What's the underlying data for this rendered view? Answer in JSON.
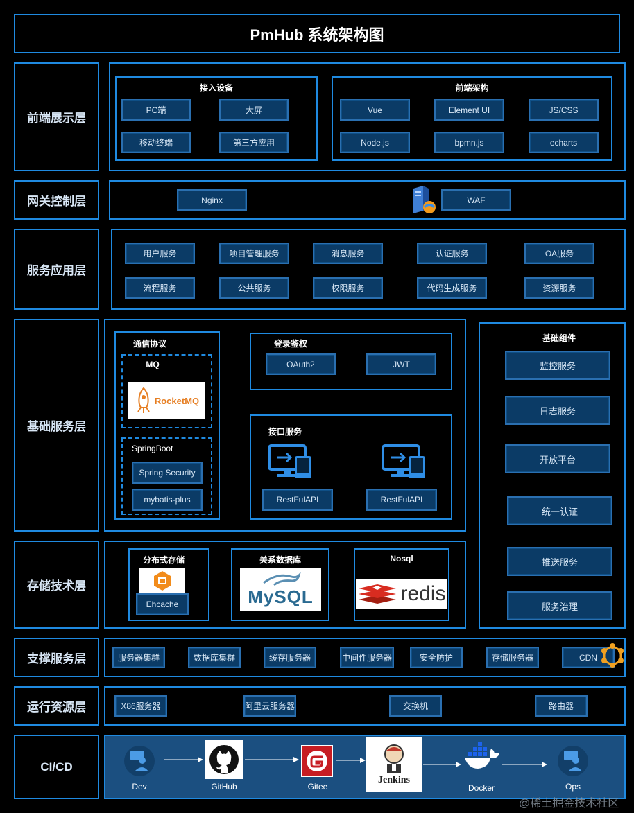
{
  "title": "PmHub 系统架构图",
  "layers": {
    "frontend": "前端展示层",
    "gateway": "网关控制层",
    "service": "服务应用层",
    "base": "基础服务层",
    "storage": "存储技术层",
    "support": "支撑服务层",
    "runtime": "运行资源层",
    "cicd": "CI/CD"
  },
  "frontend": {
    "devices_title": "接入设备",
    "devices": [
      "PC端",
      "大屏",
      "移动终端",
      "第三方应用"
    ],
    "arch_title": "前端架构",
    "arch": [
      "Vue",
      "Element UI",
      "JS/CSS",
      "Node.js",
      "bpmn.js",
      "echarts"
    ]
  },
  "gateway": {
    "nginx": "Nginx",
    "waf": "WAF"
  },
  "services": [
    "用户服务",
    "项目管理服务",
    "消息服务",
    "认证服务",
    "OA服务",
    "流程服务",
    "公共服务",
    "权限服务",
    "代码生成服务",
    "资源服务"
  ],
  "base": {
    "comm_title": "通信协议",
    "mq_title": "MQ",
    "rocketmq": "RocketMQ",
    "springboot_title": "SpringBoot",
    "spring_security": "Spring Security",
    "mybatis_plus": "mybatis-plus",
    "auth_title": "登录鉴权",
    "oauth2": "OAuth2",
    "jwt": "JWT",
    "api_title": "接口服务",
    "api1": "RestFulAPI",
    "api2": "RestFulAPI"
  },
  "components": {
    "title": "基础组件",
    "items": [
      "监控服务",
      "日志服务",
      "开放平台",
      "统一认证",
      "推送服务",
      "服务治理"
    ]
  },
  "storage": {
    "dist_title": "分布式存储",
    "ehcache": "Ehcache",
    "rdb_title": "关系数据库",
    "mysql": "MySQL",
    "nosql_title": "Nosql",
    "redis": "redis"
  },
  "support": [
    "服务器集群",
    "数据库集群",
    "缓存服务器",
    "中间件服务器",
    "安全防护",
    "存储服务器",
    "CDN"
  ],
  "runtime": [
    "X86服务器",
    "阿里云服务器",
    "交换机",
    "路由器"
  ],
  "cicd": {
    "steps": [
      "Dev",
      "GitHub",
      "Gitee",
      "Jenkins",
      "Docker",
      "Ops"
    ],
    "jenkins_text": "Jenkins"
  },
  "watermark": "@稀土掘金技术社区",
  "colors": {
    "frame": "#1f8ae0",
    "box_fill": "#0b3b66",
    "box_border": "#2a6fb0",
    "cicd_bg": "#1b4f80"
  }
}
